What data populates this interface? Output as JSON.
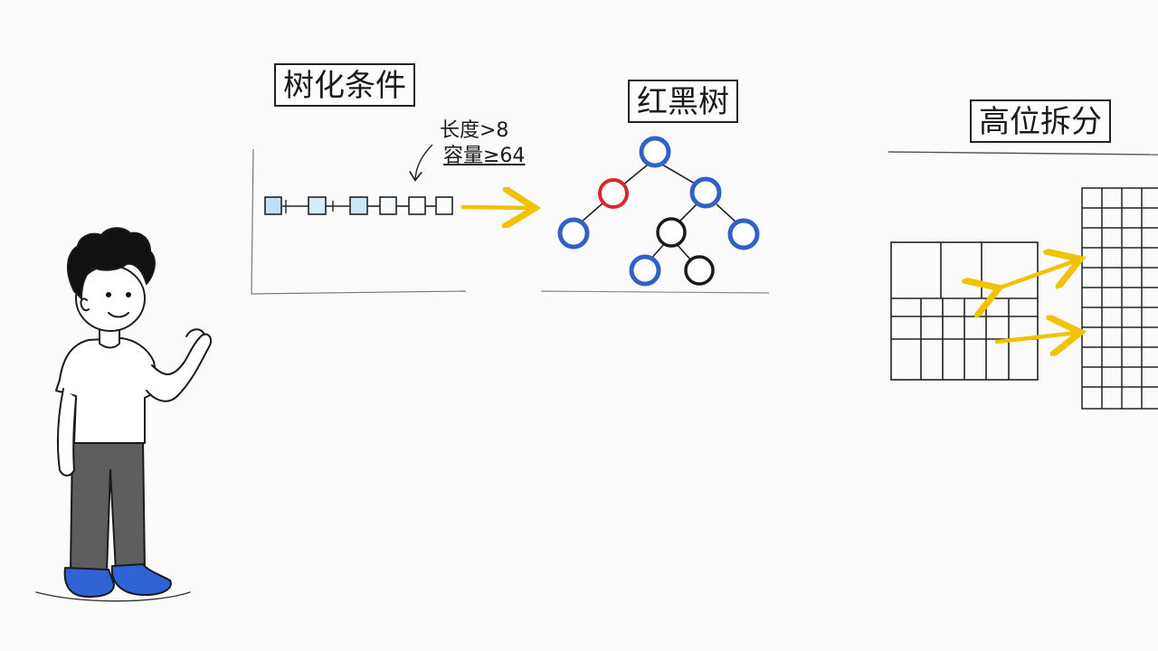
{
  "sections": {
    "treeify": {
      "title": "树化条件",
      "condition_length": "长度>8",
      "condition_capacity": "容量≥64"
    },
    "rbtree": {
      "title": "红黑树"
    },
    "split": {
      "title": "高位拆分"
    }
  },
  "colors": {
    "arrow": "#f2c200",
    "node_blue": "#2f62c8",
    "node_red": "#d8282a",
    "node_black": "#1a1a1a",
    "pants": "#5e5e5e",
    "shoes": "#2f63d6"
  },
  "icons": {
    "person": "person-waving-icon"
  }
}
